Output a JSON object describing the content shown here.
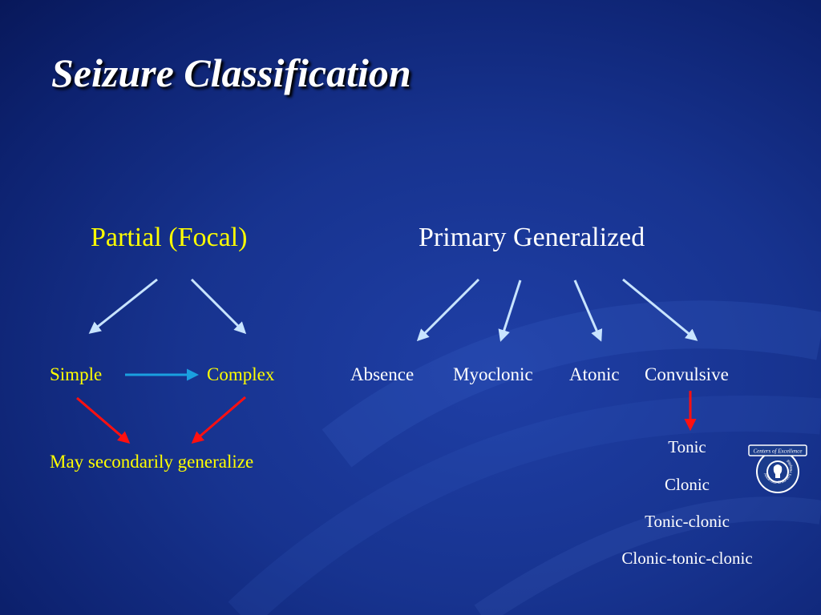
{
  "title": "Seizure Classification",
  "partial": {
    "heading": "Partial (Focal)",
    "simple": "Simple",
    "complex": "Complex",
    "secondary": "May secondarily generalize"
  },
  "generalized": {
    "heading": "Primary Generalized",
    "types": [
      "Absence",
      "Myoclonic",
      "Atonic",
      "Convulsive"
    ],
    "convulsive_subtypes": [
      "Tonic",
      "Clonic",
      "Tonic-clonic",
      "Clonic-tonic-clonic"
    ]
  },
  "logo": {
    "arc_text": "Centers of Excellence",
    "ring_text": "Arkansas Children's Hospital"
  },
  "colors": {
    "background": "#17338f",
    "heading_yellow": "#ffff00",
    "arrow_light_blue": "#c8e4ff",
    "arrow_cyan": "#1aa0e0",
    "arrow_red": "#ff1010"
  }
}
